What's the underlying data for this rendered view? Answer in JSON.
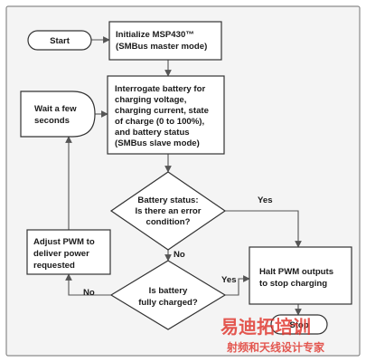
{
  "diagram": {
    "nodes": {
      "start": "Start",
      "init": [
        "Initialize MSP430™",
        "(SMBus master mode)"
      ],
      "wait": [
        "Wait a few",
        "seconds"
      ],
      "interrogate": [
        "Interrogate battery for",
        "charging voltage,",
        "charging current, state",
        "of charge (0 to 100%),",
        "and battery status",
        "(SMBus slave mode)"
      ],
      "status": [
        "Battery status:",
        "Is there an error",
        "condition?"
      ],
      "adjust": [
        "Adjust PWM to",
        "deliver power",
        "requested"
      ],
      "charged": [
        "Is battery",
        "fully charged?"
      ],
      "halt": [
        "Halt PWM outputs",
        "to stop charging"
      ],
      "stop": "Stop"
    },
    "edge_labels": {
      "status_yes": "Yes",
      "status_no": "No",
      "charged_yes": "Yes",
      "charged_no": "No"
    },
    "colors": {
      "frame_bg": "#f4f4f4",
      "node_fill": "#ffffff",
      "stroke": "#333333",
      "watermark_red": "#e0342c"
    },
    "watermark": {
      "main": "易迪拓培训",
      "sub": "射频和天线设计专家"
    }
  }
}
